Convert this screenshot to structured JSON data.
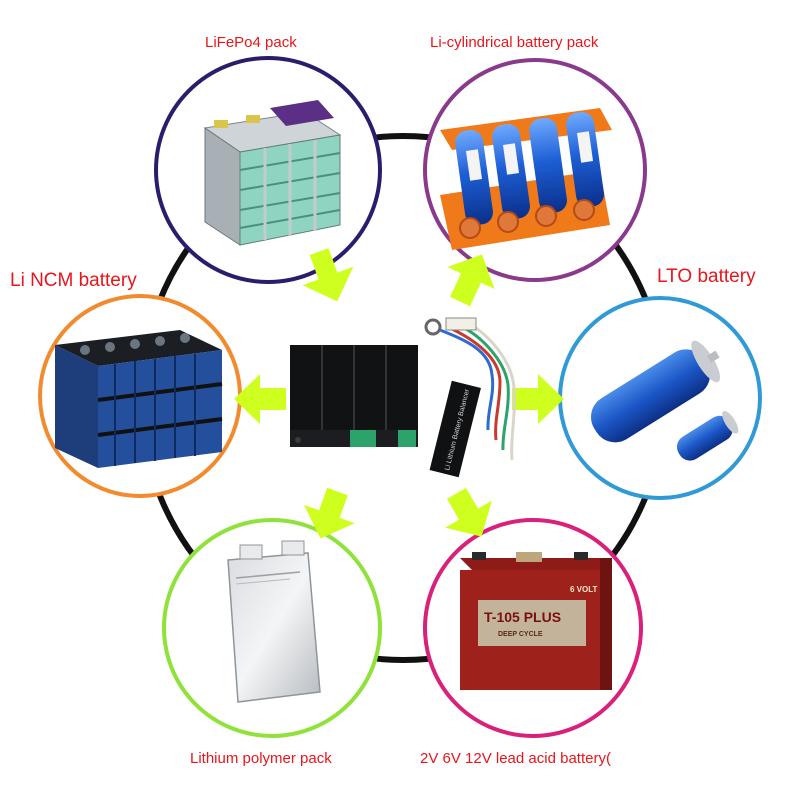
{
  "labels": {
    "lifepo4": "LiFePo4 pack",
    "cylindrical": "Li-cylindrical battery pack",
    "ncm": "Li NCM battery",
    "lto": "LTO battery",
    "polymer": "Lithium polymer pack",
    "lead_acid": "2V 6V 12V lead acid battery("
  },
  "product": {
    "module_text": "Li Lithium Battery Balancer"
  },
  "lead_acid_battery": {
    "brand": "T-105 PLUS",
    "subtitle": "DEEP CYCLE",
    "voltage": "6 VOLT"
  },
  "colors": {
    "label_red": "#e8151b",
    "ring_lifepo4": "#2b1d6b",
    "ring_cylindrical": "#8a3a8c",
    "ring_lto": "#2f9ad6",
    "ring_ncm": "#f28a2e",
    "ring_polymer": "#8ee23a",
    "ring_lead_acid": "#d9207a",
    "arrow": "#cfff1e",
    "hub_ring": "#111111"
  }
}
